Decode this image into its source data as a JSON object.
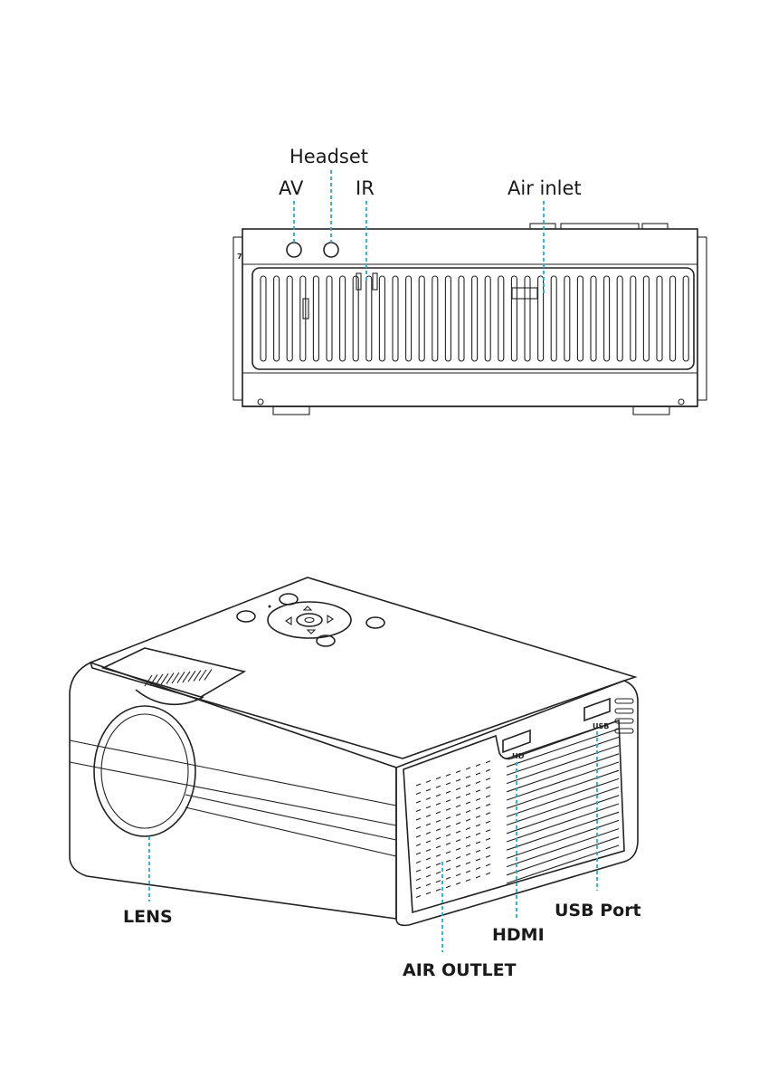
{
  "rear_view": {
    "labels": {
      "headset": "Headset",
      "av": "AV",
      "ir": "IR",
      "air_inlet": "Air inlet"
    }
  },
  "side_view": {
    "labels": {
      "lens": "LENS",
      "air_outlet": "AIR OUTLET",
      "hdmi": "HDMI",
      "usb_port": "USB Port"
    },
    "port_marks": {
      "hd": "HD",
      "usb": "USB"
    }
  },
  "colors": {
    "callout": "#2aa9d9",
    "outline": "#222222"
  }
}
